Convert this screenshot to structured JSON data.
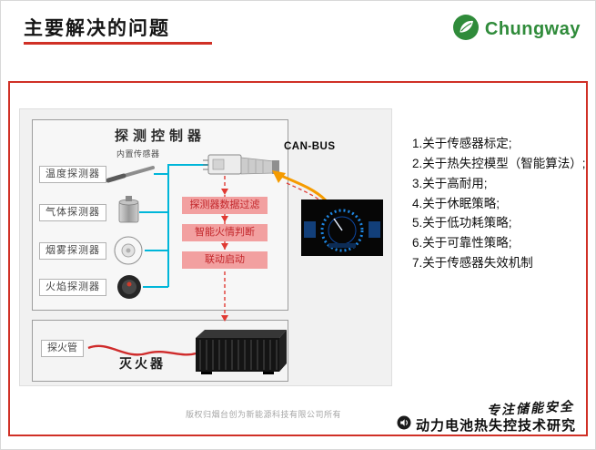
{
  "slide": {
    "title": "主要解决的问题",
    "logo_text": "Chungway"
  },
  "diagram": {
    "controller_title": "探测控制器",
    "builtin_sensor_label": "内置传感器",
    "detectors": [
      {
        "label": "温度探测器"
      },
      {
        "label": "气体探测器"
      },
      {
        "label": "烟雾探测器"
      },
      {
        "label": "火焰探测器"
      }
    ],
    "process_steps": [
      {
        "label": "探测器数据过滤"
      },
      {
        "label": "智能火情判断"
      },
      {
        "label": "联动启动"
      }
    ],
    "canbus_label": "CAN-BUS",
    "fire_tube_label": "探火管",
    "extinguisher_label": "灭火器",
    "icons": [
      "temperature-probe-icon",
      "gas-sensor-icon",
      "smoke-detector-icon",
      "flame-detector-icon",
      "controller-module-icon",
      "instrument-cluster-image",
      "extinguisher-device"
    ]
  },
  "points": {
    "items": [
      {
        "text": "1.关于传感器标定;"
      },
      {
        "text": "2.关于热失控模型（智能算法）;"
      },
      {
        "text": "3.关于高耐用;"
      },
      {
        "text": "4.关于休眠策略;"
      },
      {
        "text": "5.关于低功耗策略;"
      },
      {
        "text": "6.关于可靠性策略;"
      },
      {
        "text": "7.关于传感器失效机制"
      }
    ]
  },
  "footer": {
    "copyright": "版权归烟台创为新能源科技有限公司所有",
    "slogan": "专注储能安全",
    "research_title": "动力电池热失控技术研究"
  },
  "colors": {
    "accent_red": "#d03026",
    "brand_green": "#2f8b3a",
    "process_pink": "#f2a0a0",
    "bus_cyan": "#00b6d9",
    "arrow_orange": "#f59b00",
    "flow_red": "#e03a33"
  }
}
